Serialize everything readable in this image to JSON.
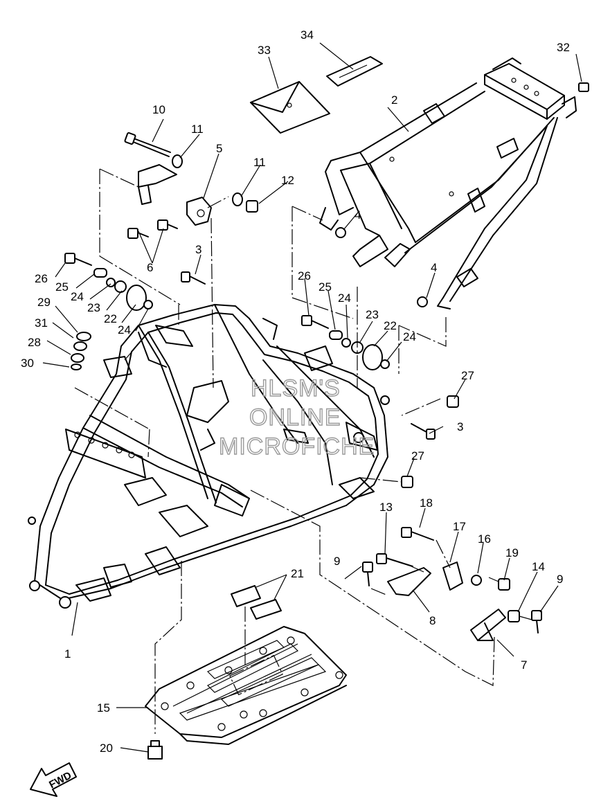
{
  "diagram": {
    "callouts": [
      {
        "id": "c1",
        "label": "1"
      },
      {
        "id": "c2",
        "label": "2"
      },
      {
        "id": "c3a",
        "label": "3"
      },
      {
        "id": "c3b",
        "label": "3"
      },
      {
        "id": "c4a",
        "label": "4"
      },
      {
        "id": "c4b",
        "label": "4"
      },
      {
        "id": "c5",
        "label": "5"
      },
      {
        "id": "c6",
        "label": "6"
      },
      {
        "id": "c7",
        "label": "7"
      },
      {
        "id": "c8",
        "label": "8"
      },
      {
        "id": "c9a",
        "label": "9"
      },
      {
        "id": "c9b",
        "label": "9"
      },
      {
        "id": "c10",
        "label": "10"
      },
      {
        "id": "c11a",
        "label": "11"
      },
      {
        "id": "c11b",
        "label": "11"
      },
      {
        "id": "c12",
        "label": "12"
      },
      {
        "id": "c13",
        "label": "13"
      },
      {
        "id": "c14",
        "label": "14"
      },
      {
        "id": "c15",
        "label": "15"
      },
      {
        "id": "c16",
        "label": "16"
      },
      {
        "id": "c17",
        "label": "17"
      },
      {
        "id": "c18",
        "label": "18"
      },
      {
        "id": "c19",
        "label": "19"
      },
      {
        "id": "c20",
        "label": "20"
      },
      {
        "id": "c21",
        "label": "21"
      },
      {
        "id": "c22a",
        "label": "22"
      },
      {
        "id": "c22b",
        "label": "22"
      },
      {
        "id": "c23a",
        "label": "23"
      },
      {
        "id": "c23b",
        "label": "23"
      },
      {
        "id": "c24a",
        "label": "24"
      },
      {
        "id": "c24b",
        "label": "24"
      },
      {
        "id": "c24c",
        "label": "24"
      },
      {
        "id": "c24d",
        "label": "24"
      },
      {
        "id": "c25a",
        "label": "25"
      },
      {
        "id": "c25b",
        "label": "25"
      },
      {
        "id": "c26a",
        "label": "26"
      },
      {
        "id": "c26b",
        "label": "26"
      },
      {
        "id": "c27a",
        "label": "27"
      },
      {
        "id": "c27b",
        "label": "27"
      },
      {
        "id": "c28",
        "label": "28"
      },
      {
        "id": "c29",
        "label": "29"
      },
      {
        "id": "c30",
        "label": "30"
      },
      {
        "id": "c31",
        "label": "31"
      },
      {
        "id": "c32",
        "label": "32"
      },
      {
        "id": "c33",
        "label": "33"
      },
      {
        "id": "c34",
        "label": "34"
      }
    ],
    "watermark": [
      "HLSM'S",
      "ONLINE",
      "MICROFICHE"
    ],
    "fwd_label": "FWD"
  }
}
